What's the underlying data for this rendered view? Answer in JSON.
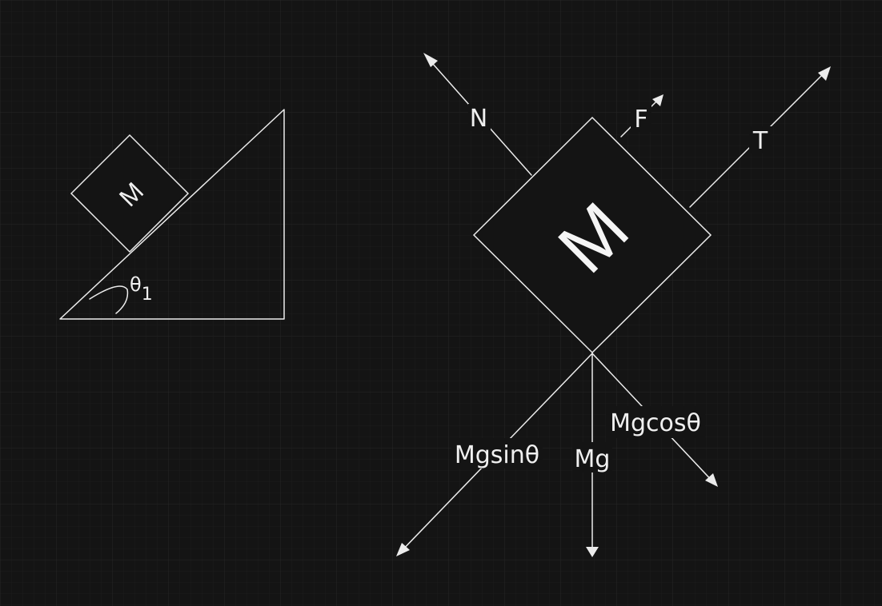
{
  "canvas": {
    "background": "#141414",
    "grid": true,
    "grid_color": "#262626",
    "stroke_color": "#ececec"
  },
  "incline_diagram": {
    "mass_label": "M",
    "angle_label": "θ",
    "angle_subscript": "1"
  },
  "free_body_diagram": {
    "mass_label": "M",
    "forces": {
      "normal": "N",
      "friction": "F",
      "tension": "T",
      "weight": "Mg",
      "parallel_component": "Mgsinθ",
      "perpendicular_component": "Mgcosθ"
    }
  }
}
